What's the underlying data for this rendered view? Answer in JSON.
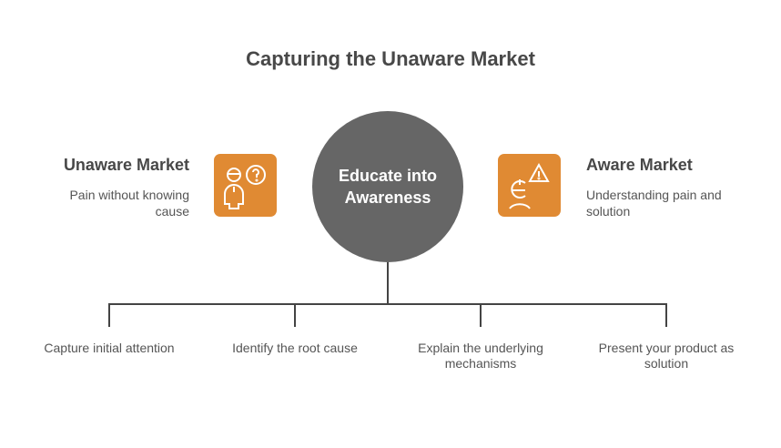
{
  "title": "Capturing the Unaware Market",
  "left": {
    "heading": "Unaware Market",
    "desc": "Pain without knowing cause",
    "icon": "confused-person-icon"
  },
  "center": {
    "label": "Educate into Awareness"
  },
  "right": {
    "heading": "Aware Market",
    "desc": "Understanding pain and solution",
    "icon": "person-alert-icon"
  },
  "steps": [
    "Capture initial attention",
    "Identify the root cause",
    "Explain the underlying mechanisms",
    "Present your product as solution"
  ],
  "colors": {
    "accent": "#e08a33",
    "circle": "#666666"
  }
}
